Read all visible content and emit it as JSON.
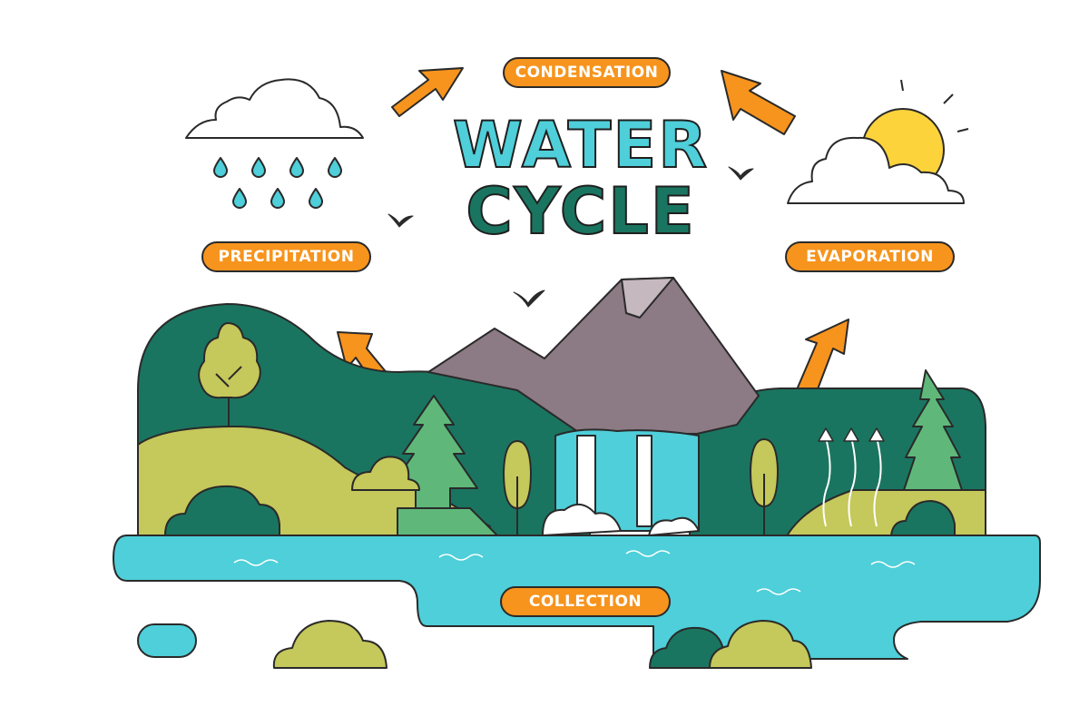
{
  "title": {
    "line1": "WATER",
    "line2": "CYCLE"
  },
  "stages": {
    "condensation": "CONDENSATION",
    "precipitation": "PRECIPITATION",
    "evaporation": "EVAPORATION",
    "collection": "COLLECTION"
  },
  "colors": {
    "accent_orange": "#f7941d",
    "water": "#4ecfd9",
    "dark_green": "#1a7560",
    "light_green": "#c5c85a",
    "mountain": "#8c7a84",
    "sun": "#fdd33c"
  },
  "icons": [
    "rain-cloud-icon",
    "sun-cloud-icon",
    "bird-icon",
    "arrow-icon",
    "tree-icon",
    "waterfall-icon"
  ]
}
